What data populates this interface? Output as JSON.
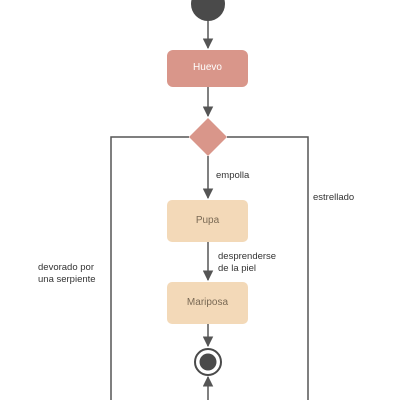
{
  "nodes": {
    "huevo": "Huevo",
    "pupa": "Pupa",
    "mariposa": "Mariposa"
  },
  "edges": {
    "empolla": "empolla",
    "desprenderse_line1": "desprenderse",
    "desprenderse_line2": "de la piel",
    "estrellado": "estrellado",
    "devorado_line1": "devorado por",
    "devorado_line2": "una serpiente"
  },
  "colors": {
    "start_node": "#4a4a4a",
    "huevo_fill": "#d9968a",
    "huevo_text": "#ffffff",
    "decision_fill": "#d9968a",
    "pupa_fill": "#f3d9b8",
    "pupa_text": "#7a6a55",
    "mariposa_fill": "#f3d9b8",
    "mariposa_text": "#7a6a55",
    "line": "#555555"
  }
}
